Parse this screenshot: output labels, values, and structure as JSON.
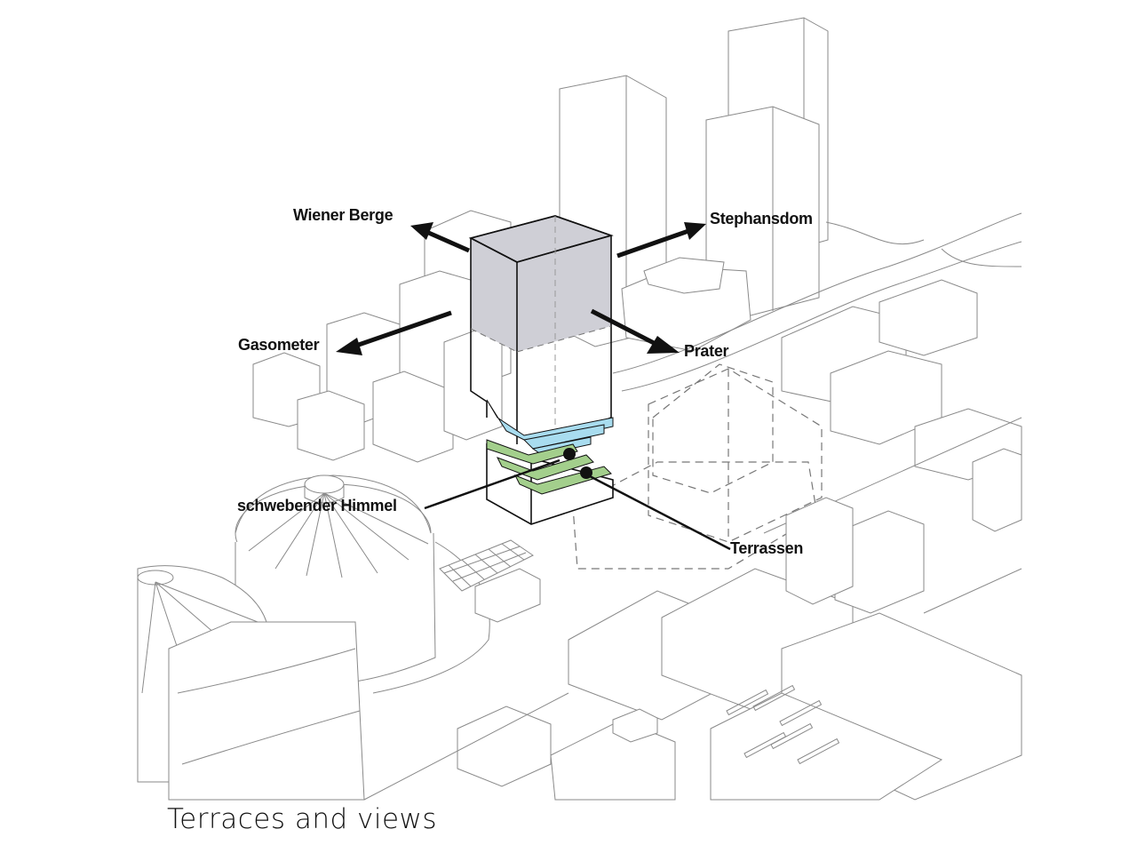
{
  "diagram": {
    "title": "Terraces and views",
    "colors": {
      "upper_volume": "#cfcfd6",
      "blue_terraces": "#a8dcef",
      "green_terraces": "#a3cf8c",
      "lines": "#111111",
      "context_lines": "#8a8a8a"
    },
    "view_labels": [
      {
        "id": "wiener-berge",
        "text": "Wiener Berge"
      },
      {
        "id": "stephansdom",
        "text": "Stephansdom"
      },
      {
        "id": "gasometer",
        "text": "Gasometer"
      },
      {
        "id": "prater",
        "text": "Prater"
      }
    ],
    "callout_labels": [
      {
        "id": "schwebender-himmel",
        "text": "schwebender Himmel"
      },
      {
        "id": "terrassen",
        "text": "Terrassen"
      }
    ]
  }
}
